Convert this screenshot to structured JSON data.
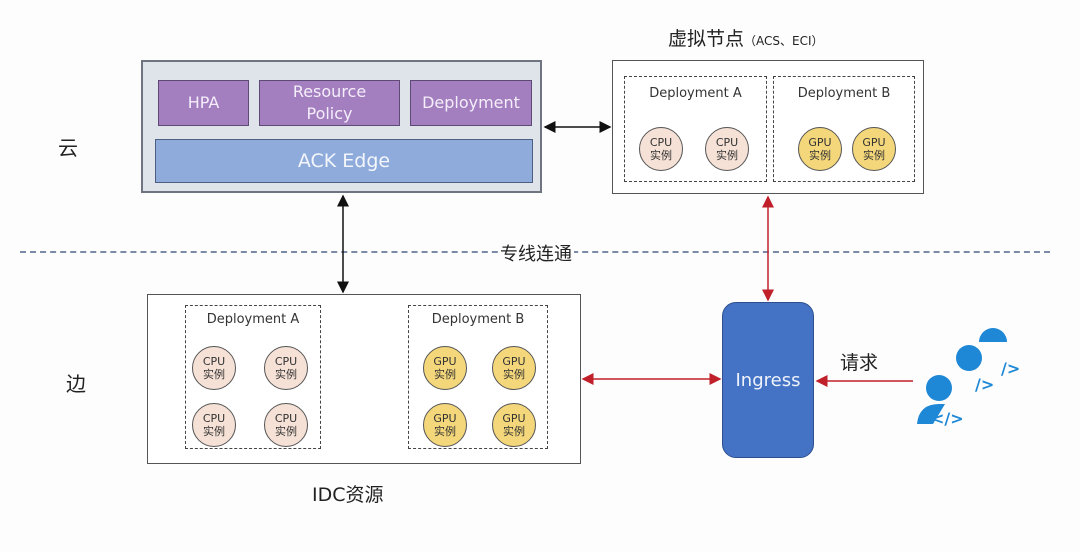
{
  "zones": {
    "cloud_label": "云",
    "edge_label": "边",
    "divider_label": "专线连通"
  },
  "cloud_cluster": {
    "components": [
      "HPA",
      "Resource Policy",
      "Deployment"
    ],
    "platform": "ACK Edge"
  },
  "virtual_node": {
    "title": "虚拟节点",
    "subtitle": "（ACS、ECI）",
    "deployments": [
      {
        "name": "Deployment A",
        "instances": [
          {
            "type": "CPU",
            "label": "实例"
          },
          {
            "type": "CPU",
            "label": "实例"
          }
        ]
      },
      {
        "name": "Deployment B",
        "instances": [
          {
            "type": "GPU",
            "label": "实例"
          },
          {
            "type": "GPU",
            "label": "实例"
          }
        ]
      }
    ]
  },
  "idc": {
    "title": "IDC资源",
    "deployments": [
      {
        "name": "Deployment A",
        "instances": [
          {
            "type": "CPU",
            "label": "实例"
          },
          {
            "type": "CPU",
            "label": "实例"
          },
          {
            "type": "CPU",
            "label": "实例"
          },
          {
            "type": "CPU",
            "label": "实例"
          }
        ]
      },
      {
        "name": "Deployment B",
        "instances": [
          {
            "type": "GPU",
            "label": "实例"
          },
          {
            "type": "GPU",
            "label": "实例"
          },
          {
            "type": "GPU",
            "label": "实例"
          },
          {
            "type": "GPU",
            "label": "实例"
          }
        ]
      }
    ]
  },
  "ingress": {
    "label": "Ingress",
    "request_label": "请求"
  },
  "users_icon": "developer-users-icon",
  "colors": {
    "purple": "#a47fc0",
    "ack_blue": "#8fabdb",
    "ingress_blue": "#4472c4",
    "cpu_fill": "#f5e1d6",
    "gpu_fill": "#f4d77a",
    "red_arrow": "#c0202a",
    "user_icon": "#1e88d6"
  }
}
